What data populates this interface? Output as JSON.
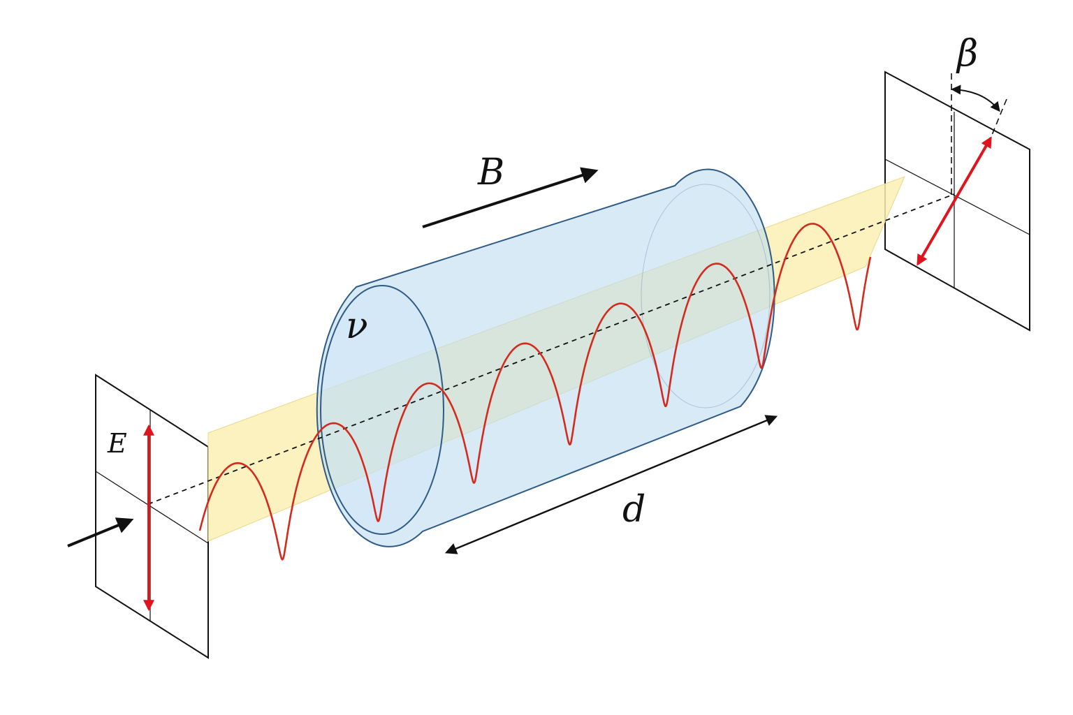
{
  "labels": {
    "field": "B",
    "medium": "ν",
    "length": "d",
    "angle": "β",
    "polarization": "E"
  },
  "colors": {
    "wave": "#d42a1e",
    "polarization_arrow": "#e0141c",
    "ribbon": "#fbf0b4",
    "cylinder_fill": "#bfdcf2",
    "cylinder_stroke": "#2e5b86",
    "ink": "#111111"
  }
}
